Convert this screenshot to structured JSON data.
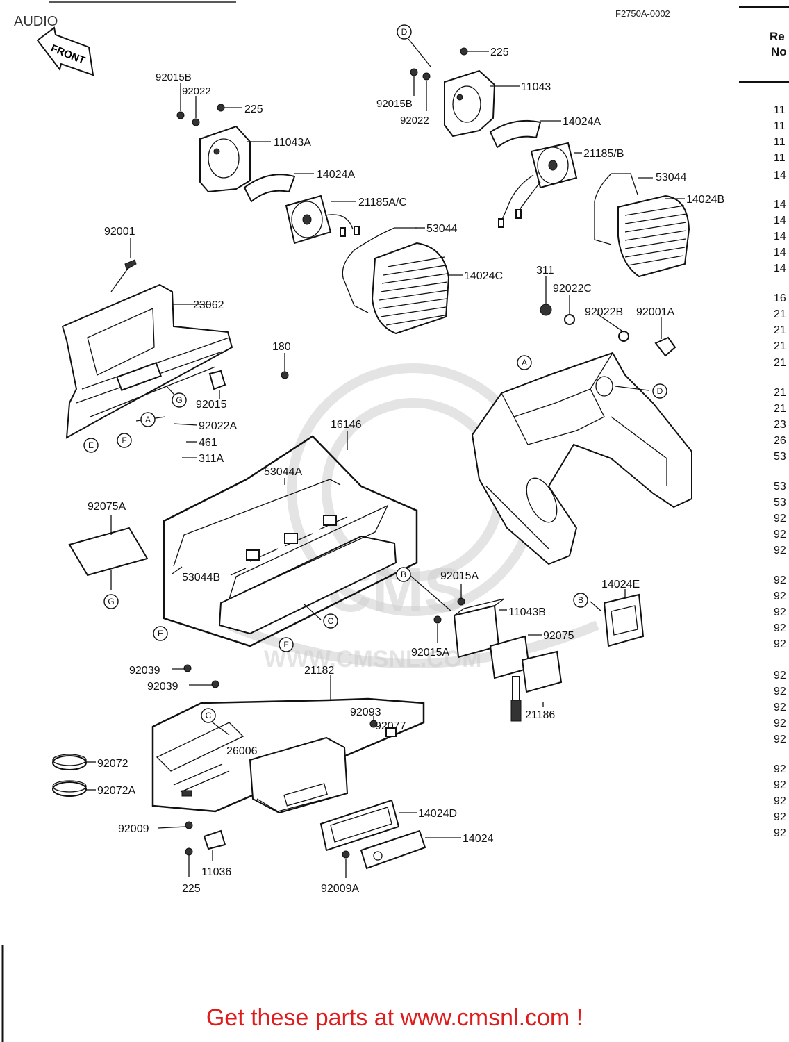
{
  "title": "AUDIO",
  "figure_code": "F2750A-0002",
  "front_label": "FRONT",
  "ref_column": {
    "header_line1": "Re",
    "header_line2": "No",
    "entries": [
      "11",
      "11",
      "11",
      "11",
      "14",
      "14",
      "14",
      "14",
      "14",
      "14",
      "16",
      "21",
      "21",
      "21",
      "21",
      "21",
      "21",
      "23",
      "26",
      "53",
      "53",
      "53",
      "92",
      "92",
      "92",
      "92",
      "92",
      "92",
      "92",
      "92",
      "92",
      "92",
      "92",
      "92",
      "92",
      "92",
      "92",
      "92",
      "92",
      "92"
    ]
  },
  "part_labels": {
    "p225_top": "225",
    "p11043": "11043",
    "p92015B_r": "92015B",
    "p92022_r": "92022",
    "p14024A_r": "14024A",
    "p21185B": "21185/B",
    "p53044_r": "53044",
    "p14024B": "14024B",
    "p92015B_l": "92015B",
    "p92022_l": "92022",
    "p225_l": "225",
    "p11043A": "11043A",
    "p14024A_l": "14024A",
    "p21185AC": "21185A/C",
    "p53044_l": "53044",
    "p14024C": "14024C",
    "p92001": "92001",
    "p23062": "23062",
    "p180": "180",
    "p92015": "92015",
    "p92022A": "92022A",
    "p461": "461",
    "p311A": "311A",
    "p311": "311",
    "p92022C": "92022C",
    "p92022B": "92022B",
    "p92001A": "92001A",
    "p16146": "16146",
    "p53044A": "53044A",
    "p53044B": "53044B",
    "p92075A": "92075A",
    "p92015A_t": "92015A",
    "p11043B": "11043B",
    "p92075": "92075",
    "p92015A_b": "92015A",
    "p14024E": "14024E",
    "p21186": "21186",
    "p92039_a": "92039",
    "p92039_b": "92039",
    "p21182": "21182",
    "p92093": "92093",
    "p92077": "92077",
    "p26006": "26006",
    "p92072": "92072",
    "p92072A": "92072A",
    "p14024D": "14024D",
    "p14024": "14024",
    "p92009": "92009",
    "p11036": "11036",
    "p225_b": "225",
    "p92009A": "92009A"
  },
  "callouts": {
    "A": "A",
    "B": "B",
    "C": "C",
    "D": "D",
    "E": "E",
    "F": "F",
    "G": "G"
  },
  "watermark": {
    "brand": "CMS",
    "url": "WWW.CMSNL.COM"
  },
  "footer": "Get these parts at www.cmsnl.com !"
}
